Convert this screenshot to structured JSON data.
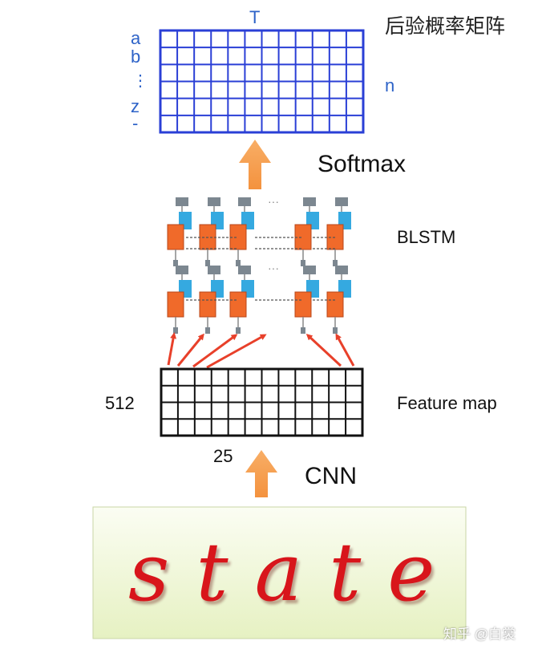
{
  "matrix": {
    "top_label": "T",
    "title": "后验概率矩阵",
    "right_label": "n",
    "row_labels": [
      "a",
      "b",
      "⋮",
      "z",
      "-"
    ]
  },
  "softmax": {
    "label": "Softmax"
  },
  "blstm": {
    "label": "BLSTM",
    "ellipsis": "···"
  },
  "feature_map": {
    "label": "Feature map",
    "height_label": "512",
    "width_label": "25"
  },
  "cnn": {
    "label": "CNN"
  },
  "input_image": {
    "text": "state"
  },
  "watermark": {
    "text": "知乎 @白裳"
  },
  "colors": {
    "matrix_blue": "#2a3fd6",
    "matrix_label_blue": "#2e63c8",
    "arrow_orange": "#f7a154",
    "lstm_orange": "#f06a2a",
    "lstm_blue": "#35a9e0",
    "lstm_gray": "#7c8790",
    "red_arrow": "#e8402a",
    "input_bg": "#eef6d4",
    "input_text": "#d8151b"
  }
}
